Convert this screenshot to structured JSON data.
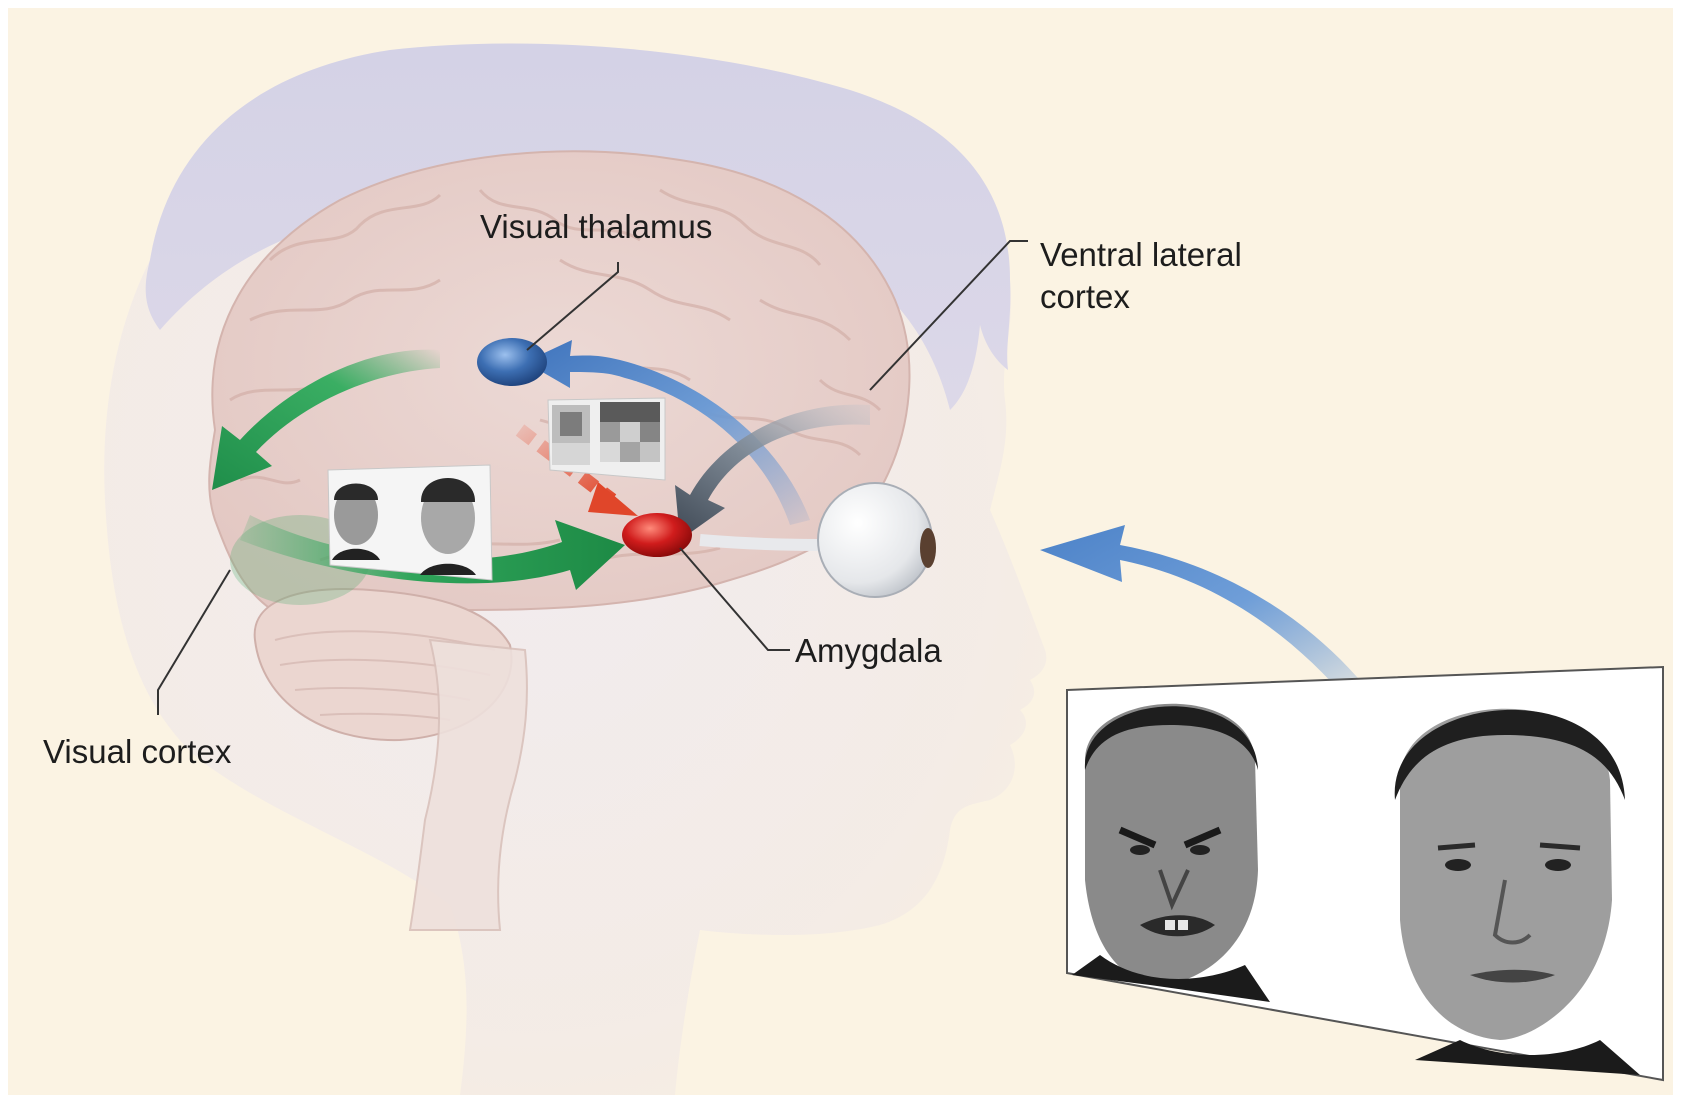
{
  "labels": {
    "visual_thalamus": "Visual thalamus",
    "ventral_lateral_cortex": [
      "Ventral lateral",
      "cortex"
    ],
    "amygdala": "Amygdala",
    "visual_cortex": "Visual cortex"
  },
  "colors": {
    "background": "#fbf3e3",
    "head": "#efe9ee",
    "hair": "#d8d5e6",
    "brain": "#ead4cf",
    "thalamus": "#3d6fb3",
    "amygdala": "#d01c1c",
    "cortical_pathway_arrow": "#2fa45a",
    "direct_pathway_arrow": "#e0462a",
    "eye_input_arrow": "#5b8fd0",
    "ventral_feedback_arrow": "#4d5a68"
  }
}
